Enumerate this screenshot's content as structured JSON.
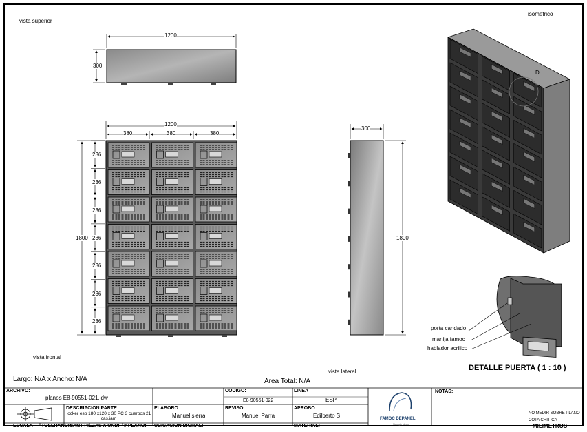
{
  "views": {
    "top_title": "vista superior",
    "front_title": "vista frontal",
    "side_title": "vista lateral",
    "iso_title": "isometrico",
    "detail_marker": "D",
    "detail_title": "DETALLE PUERTA ( 1 : 10 )"
  },
  "dimensions": {
    "top_width": "1200",
    "top_depth": "300",
    "front_width": "1200",
    "column_width": "380",
    "front_height": "1800",
    "row_height": "236",
    "side_depth": "300",
    "side_height": "1800"
  },
  "callouts": [
    "porta candado",
    "manija famoc",
    "hablador acrilico"
  ],
  "summary": {
    "size": "Largo: N/A x Ancho: N/A",
    "area": "Area Total: N/A"
  },
  "title_block": {
    "archivo_h": "ARCHIVO:",
    "archivo": "planos E8-90551-021.idw",
    "codigo_h": "CODIGO:",
    "codigo": "E8-90551-022",
    "linea_h": "LINEA",
    "linea": "ESP",
    "notas_h": "NOTAS:",
    "desc_h": "DESCRIPCION PARTE",
    "desc": "locker esp 180 x120 x 30 PC 3 cuerpos 21 cas.iam",
    "elaboro_h": "ELABORO:",
    "elaboro": "Manuel sierra",
    "reviso_h": "REVISO:",
    "reviso": "Manuel Parra",
    "aprobo_h": "APROBO:",
    "aprobo": "Edilberto S",
    "escala_h": "ESCALA",
    "tolerancia_h": "TOLERANCIA",
    "cant_h": "CANT PIEZAS X UND:",
    "plano_h": "# PLANO:",
    "ubicacion_h": "UBICACION DIGITAL:",
    "material_h": "MATERIAL:",
    "note1": "NO MEDIR SOBRE PLANO",
    "note2": "COTA CRITICA",
    "units": "MILIMETROS",
    "logo": "FAMOC DEPANEL",
    "logo_sub": "Strength Ideas"
  }
}
